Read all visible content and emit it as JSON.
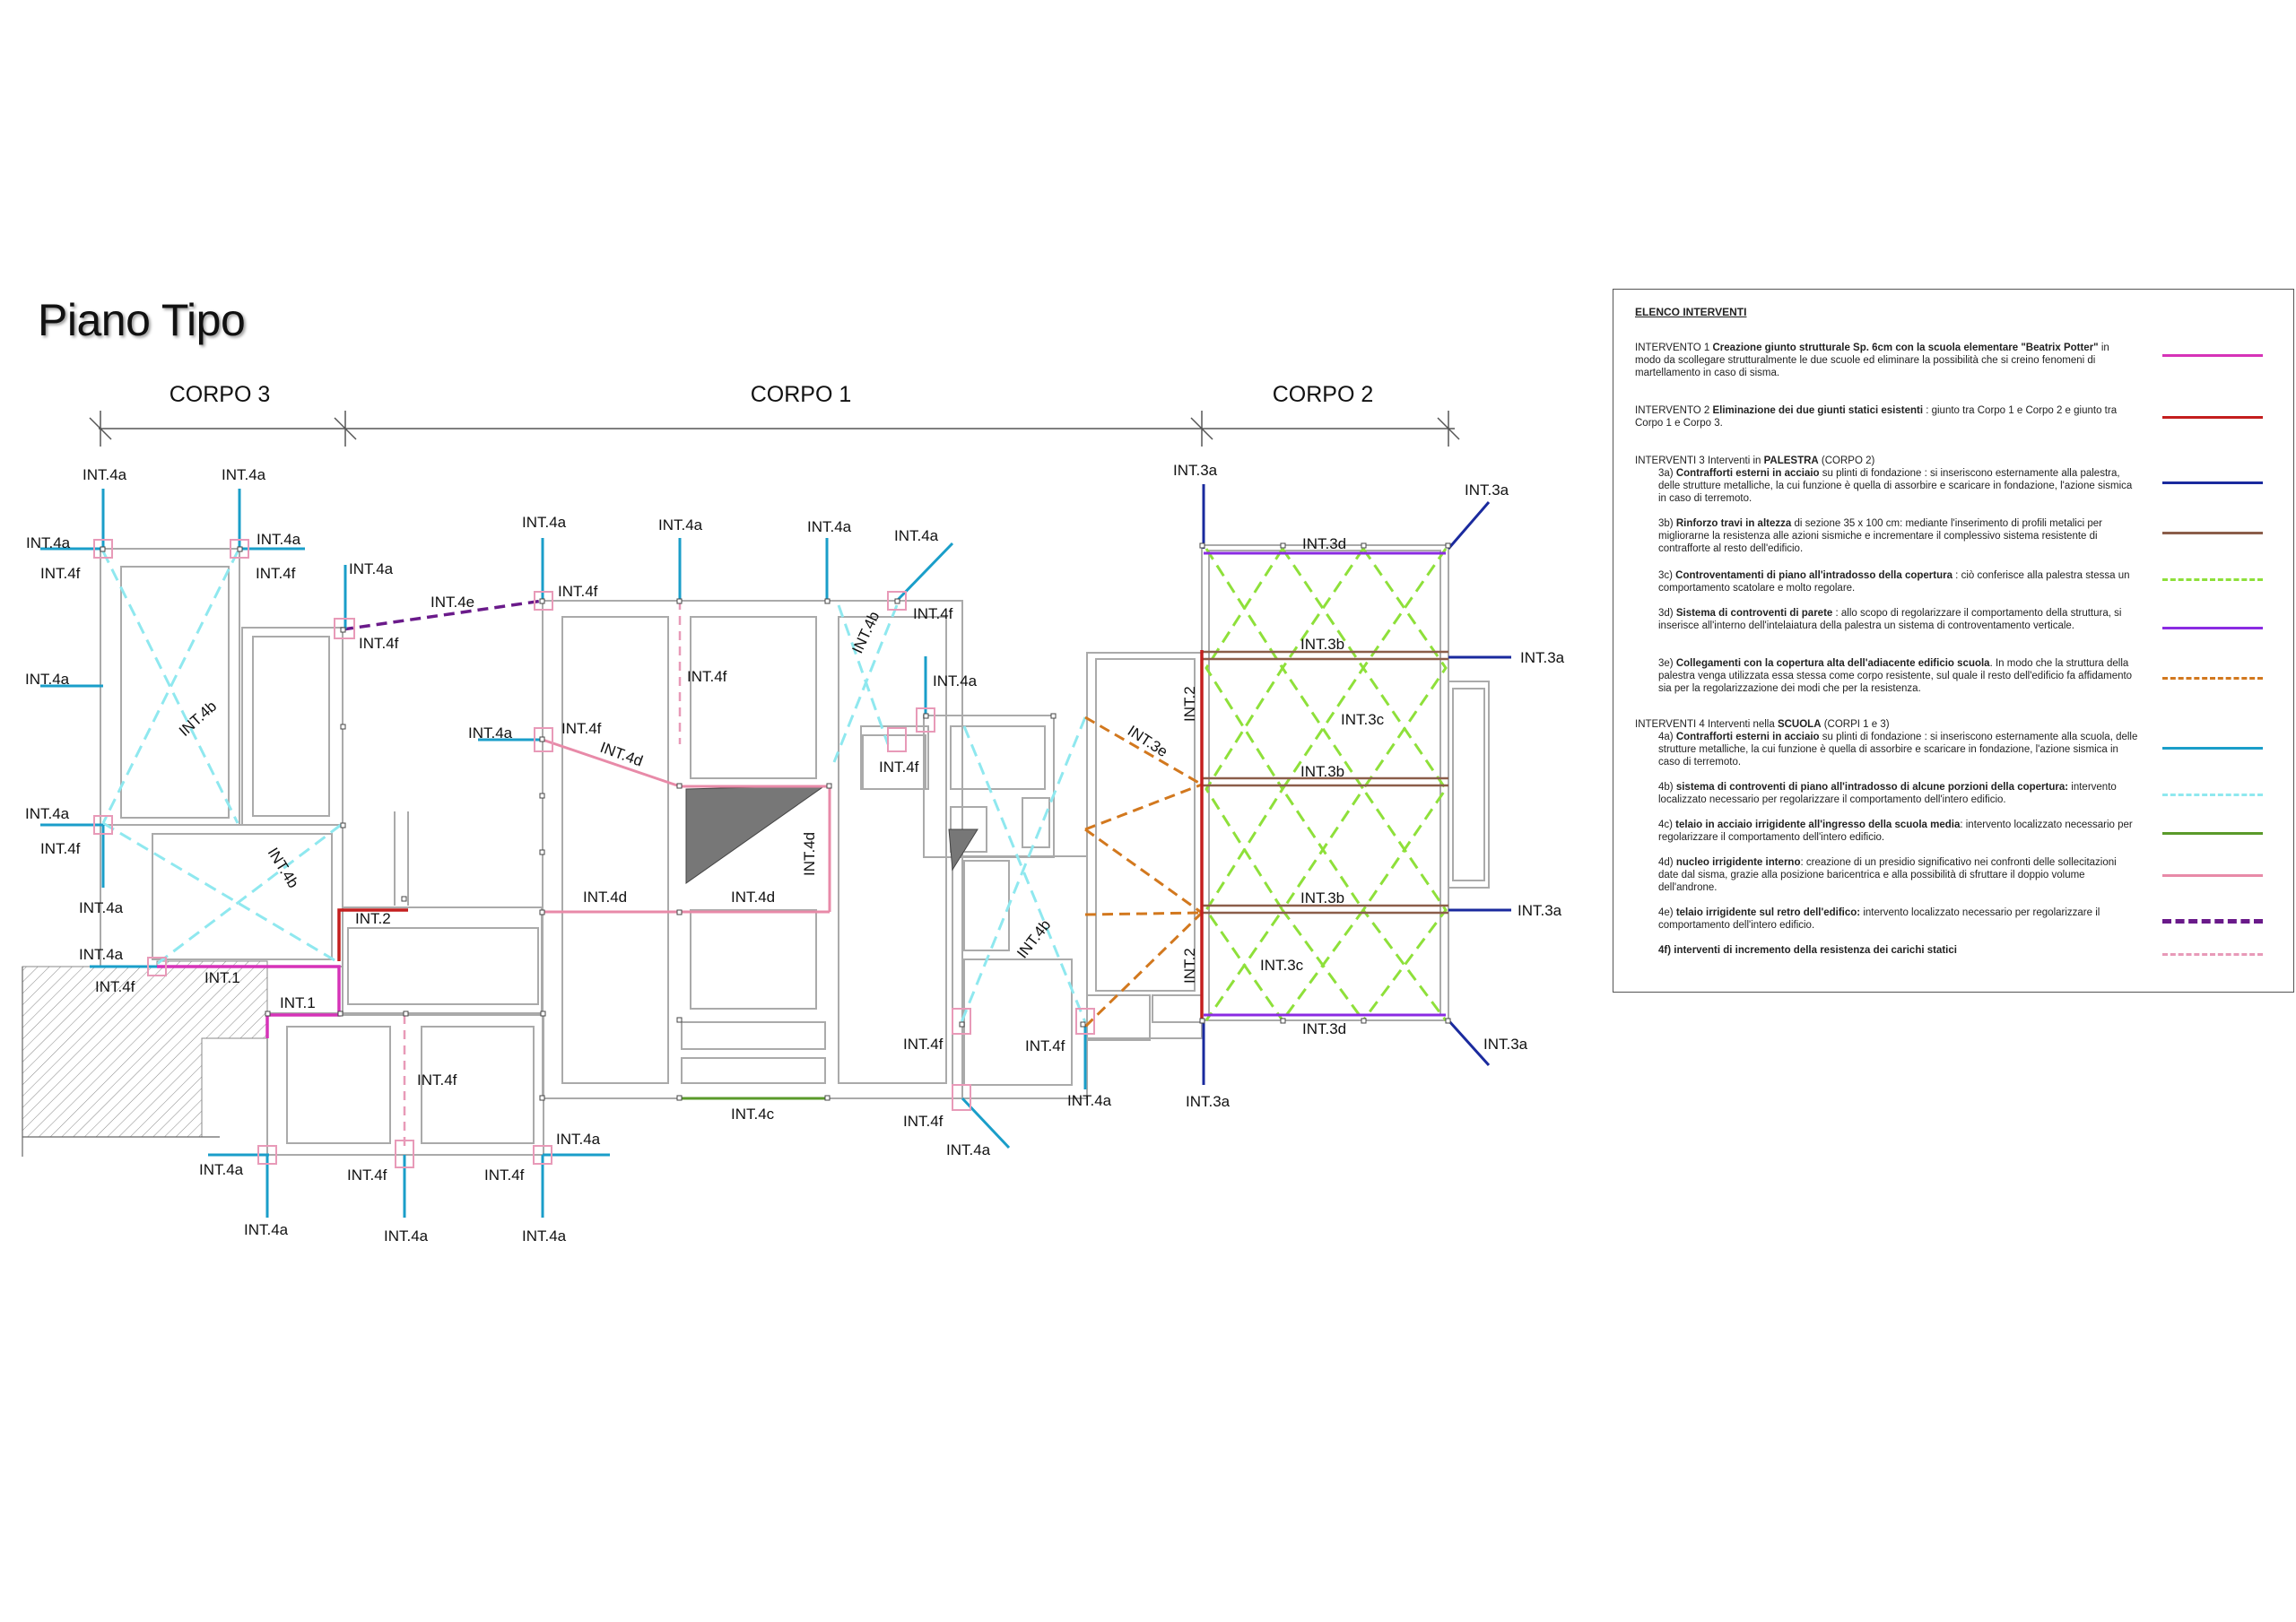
{
  "title": "Piano Tipo",
  "corpi": [
    "CORPO 3",
    "CORPO 1",
    "CORPO 2"
  ],
  "colors": {
    "int1": "#d633b8",
    "int2": "#c41e1e",
    "int3a": "#1a2a9e",
    "int3b": "#8b5e4a",
    "int3c": "#8ee03a",
    "int3d": "#8a2be2",
    "int3e": "#d2781e",
    "int4a": "#1a9ec9",
    "int4b": "#8fe8ef",
    "int4c": "#5a9a2a",
    "int4d": "#e88aa8",
    "int4e": "#6a1a8a",
    "int4f": "#e89ab8"
  },
  "labels": {
    "int1": "INT.1",
    "int2": "INT.2",
    "int3a": "INT.3a",
    "int3b": "INT.3b",
    "int3c": "INT.3c",
    "int3d": "INT.3d",
    "int3e": "INT.3e",
    "int4a": "INT.4a",
    "int4b": "INT.4b",
    "int4c": "INT.4c",
    "int4d": "INT.4d",
    "int4e": "INT.4e",
    "int4f": "INT.4f"
  },
  "legend": {
    "header": "ELENCO INTERVENTI",
    "e1": {
      "pre": "INTERVENTO 1  ",
      "bold": "Creazione giunto strutturale Sp. 6cm con la scuola elementare \"Beatrix Potter\"",
      "post": " in modo da scollegare strutturalmente le due scuole ed eliminare la possibilità che si creino fenomeni di martellamento in caso di sisma."
    },
    "e2": {
      "pre": "INTERVENTO 2  ",
      "bold": "Eliminazione dei due giunti statici esistenti",
      "post": " : giunto tra Corpo 1 e Corpo 2 e giunto tra Corpo 1 e Corpo 3."
    },
    "e3": {
      "pre": "INTERVENTI 3  Interventi in ",
      "bold": "PALESTRA",
      "post": " (CORPO 2)"
    },
    "e3a": {
      "pre": "3a) ",
      "bold": "Contrafforti esterni in acciaio",
      "post": " su plinti di fondazione : si inseriscono esternamente alla palestra, delle strutture metalliche, la cui funzione è quella di assorbire e scaricare in fondazione, l'azione sismica in caso di terremoto."
    },
    "e3b": {
      "pre": "3b) ",
      "bold": "Rinforzo travi in altezza",
      "post": " di sezione 35 x 100 cm: mediante l'inserimento di profili metalici per migliorarne la resistenza alle azioni sismiche e incrementare il complessivo sistema resistente di contrafforte al resto dell'edificio."
    },
    "e3c": {
      "pre": "3c) ",
      "bold": "Controventamenti di piano all'intradosso della copertura",
      "post": " : ciò conferisce alla palestra stessa un comportamento scatolare e molto regolare."
    },
    "e3d": {
      "pre": "3d) ",
      "bold": "Sistema di controventi di parete",
      "post": " : allo scopo di regolarizzare il comportamento della struttura, si inserisce all'interno dell'intelaiatura della palestra un sistema di controventamento verticale."
    },
    "e3e": {
      "pre": "3e) ",
      "bold": "Collegamenti con la copertura alta dell'adiacente edificio scuola",
      "post": ". In modo che la struttura della palestra venga utilizzata essa stessa come corpo resistente, sul quale il resto dell'edificio fa affidamento sia per la regolarizzazione dei modi che per la resistenza."
    },
    "e4": {
      "pre": "INTERVENTI 4  Interventi nella ",
      "bold": "SCUOLA",
      "post": " (CORPI 1 e 3)"
    },
    "e4a": {
      "pre": "4a) ",
      "bold": "Contrafforti esterni in acciaio",
      "post": " su plinti di fondazione : si inseriscono esternamente alla scuola, delle strutture metalliche, la cui funzione è quella di assorbire e scaricare in fondazione, l'azione sismica in caso di terremoto."
    },
    "e4b": {
      "pre": "4b) ",
      "bold": "sistema di controventi di piano all'intradosso di alcune porzioni della copertura:",
      "post": " intervento localizzato necessario per regolarizzare il comportamento dell'intero edificio."
    },
    "e4c": {
      "pre": "4c) ",
      "bold": "telaio in acciaio irrigidente all'ingresso della scuola media",
      "post": ": intervento localizzato necessario per regolarizzare il comportamento dell'intero edificio."
    },
    "e4d": {
      "pre": "4d) ",
      "bold": "nucleo irrigidente interno",
      "post": ": creazione di un presidio significativo nei confronti delle sollecitazioni date dal sisma, grazie alla posizione baricentrica e alla possibilità di sfruttare il doppio volume dell'androne."
    },
    "e4e": {
      "pre": "4e) ",
      "bold": "telaio irrigidente sul retro dell'edifico:",
      "post": " intervento localizzato necessario per regolarizzare il comportamento dell'intero edificio."
    },
    "e4f": {
      "pre": "",
      "bold": "4f) interventi di incremento della resistenza dei carichi statici",
      "post": ""
    }
  }
}
